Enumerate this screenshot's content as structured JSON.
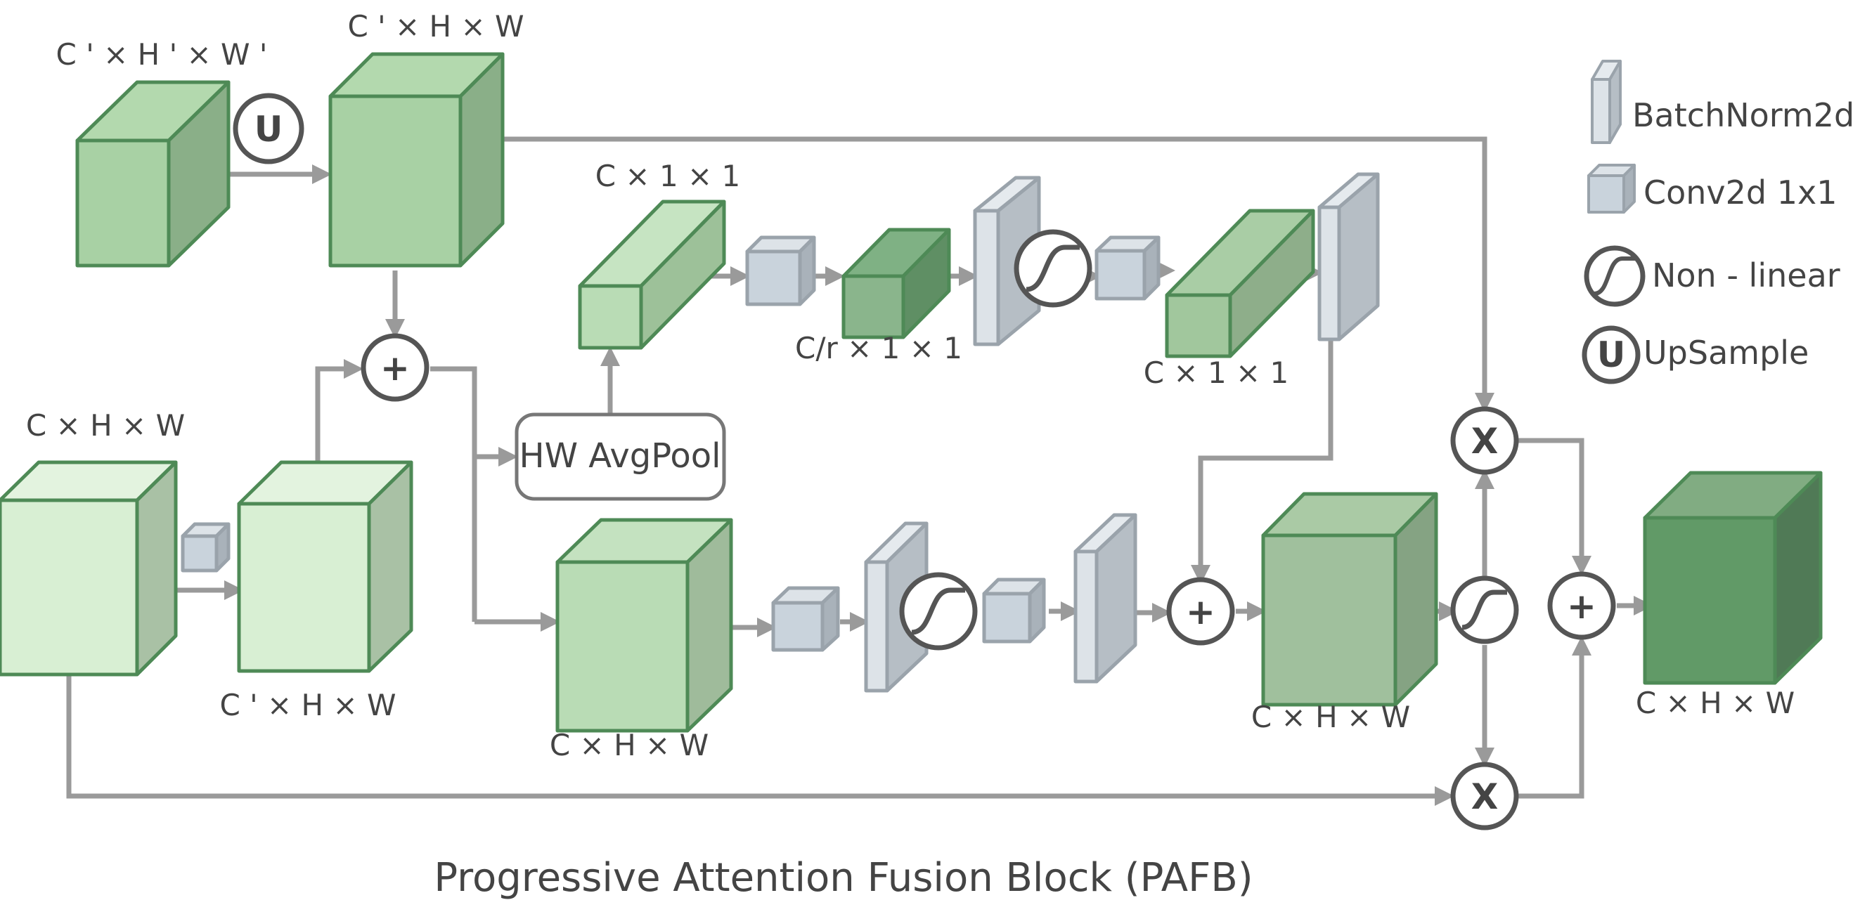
{
  "title": "Progressive Attention Fusion Block (PAFB)",
  "dims": {
    "top_input": "C ' × H ' × W '",
    "top_upsampled": "C ' × H × W",
    "left_input": "C × H × W",
    "left_conv_out": "C ' × H × W",
    "pooled": "C × 1 × 1",
    "reduced": "C/r × 1 × 1",
    "expanded": "C × 1 × 1",
    "mid_feature": "C × H × W",
    "fused_feature": "C × H × W",
    "output": "C × H × W"
  },
  "avgpool_label": "HW AvgPool",
  "legend": {
    "batchnorm": "BatchNorm2d",
    "conv": "Conv2d 1x1",
    "nonlinear": "Non - linear",
    "upsample": "UpSample"
  },
  "symbols": {
    "upsample": "U",
    "add": "+",
    "multiply": "X"
  },
  "colors": {
    "arrow": "#9a9a9a",
    "cube_stroke": "#4e8a56",
    "cube_pale": "#d8efd3",
    "cube_light": "#b9dcb5",
    "cube_mid": "#a6cda6",
    "cube_dark": "#5e9a66",
    "grey_block": "#c9d3dc",
    "symbol_stroke": "#555555"
  },
  "icons": [
    "upsample-icon",
    "add-icon",
    "multiply-icon",
    "sigmoid-icon",
    "batchnorm-icon",
    "conv-icon"
  ]
}
